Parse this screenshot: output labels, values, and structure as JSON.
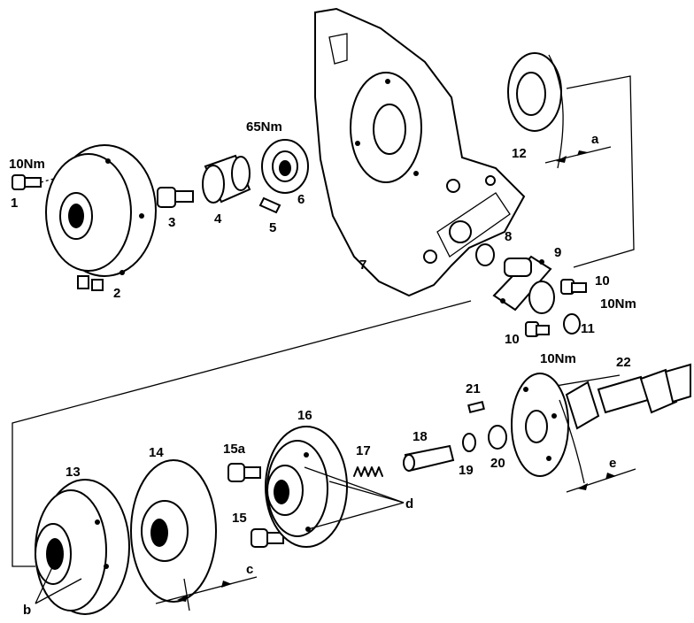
{
  "labels": {
    "p1": "1",
    "p2": "2",
    "p3": "3",
    "p4": "4",
    "p5": "5",
    "p6": "6",
    "p7": "7",
    "p8": "8",
    "p9": "9",
    "p10a": "10",
    "p10b": "10",
    "p11": "11",
    "p12": "12",
    "p13": "13",
    "p14": "14",
    "p15": "15",
    "p15a": "15a",
    "p16": "16",
    "p17": "17",
    "p18": "18",
    "p19": "19",
    "p20": "20",
    "p21": "21",
    "p22": "22",
    "a": "a",
    "b": "b",
    "c": "c",
    "d": "d",
    "e": "e"
  },
  "torques": {
    "t1": "10Nm",
    "t6": "65Nm",
    "t10": "10Nm",
    "t10b": "10Nm"
  }
}
